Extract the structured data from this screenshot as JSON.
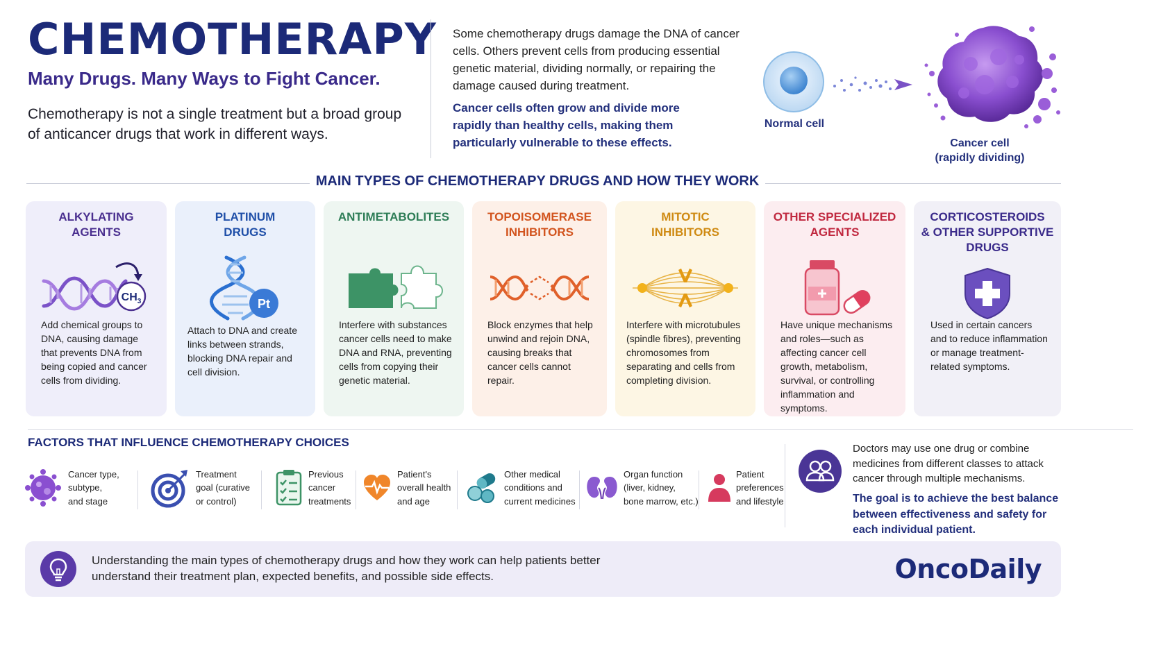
{
  "header": {
    "title": "CHEMOTHERAPY",
    "subtitle": "Many Drugs. Many Ways to Fight Cancer.",
    "intro": "Chemotherapy is not a single treatment but a broad group of anticancer drugs that work in different ways.",
    "description": "Some chemotherapy drugs damage the DNA of cancer cells. Others prevent cells from producing essential genetic material, dividing normally, or repairing the damage caused during treatment.",
    "emphasis": "Cancer cells often grow and divide more rapidly than healthy cells, making them particularly vulnerable to these effects.",
    "normal_cell_label": "Normal cell",
    "cancer_cell_label_line1": "Cancer cell",
    "cancer_cell_label_line2": "(rapidly dividing)"
  },
  "section_title": "MAIN TYPES OF CHEMOTHERAPY DRUGS AND HOW THEY WORK",
  "cards": [
    {
      "title_line1": "ALKYLATING",
      "title_line2": "AGENTS",
      "text": "Add chemical groups to DNA, causing damage that prevents DNA from being copied and cancer cells from dividing.",
      "icon": "dna-methyl-icon",
      "icon_label": "CH",
      "icon_sub": "3",
      "color": "#4a2f8f",
      "bg": "#efeefa"
    },
    {
      "title_line1": "PLATINUM",
      "title_line2": "DRUGS",
      "text": "Attach to DNA and create links between strands, blocking DNA repair and cell division.",
      "icon": "dna-platinum-icon",
      "icon_label": "Pt",
      "color": "#1f4fa8",
      "bg": "#eaf0fb"
    },
    {
      "title_line1": "ANTIMETABOLITES",
      "text": "Interfere with substances cancer cells need to make DNA and RNA, preventing cells from copying their genetic material.",
      "icon": "puzzle-icon",
      "color": "#2e7d57",
      "bg": "#eef6f1"
    },
    {
      "title_line1": "TOPOISOMERASE",
      "title_line2": "INHIBITORS",
      "text": "Block enzymes that help unwind and rejoin DNA, causing breaks that cancer cells cannot repair.",
      "icon": "broken-dna-icon",
      "color": "#d2541e",
      "bg": "#fdf0e8"
    },
    {
      "title_line1": "MITOTIC",
      "title_line2": "INHIBITORS",
      "text": "Interfere with microtubules (spindle fibres), preventing chromosomes from separating and cells from completing division.",
      "icon": "spindle-icon",
      "color": "#cf8a12",
      "bg": "#fdf6e4"
    },
    {
      "title_line1": "OTHER SPECIALIZED",
      "title_line2": "AGENTS",
      "text": "Have unique mechanisms and roles—such as affecting cancer cell growth, metabolism, survival, or controlling inflammation and symptoms.",
      "icon": "pill-bottle-icon",
      "color": "#c0283f",
      "bg": "#fcedf0"
    },
    {
      "title_line1": "CORTICOSTEROIDS",
      "title_line2": "& OTHER SUPPORTIVE",
      "title_line3": "DRUGS",
      "text": "Used in certain cancers and to reduce inflammation or manage treatment-related symptoms.",
      "icon": "shield-cross-icon",
      "color": "#3a2a8a",
      "bg": "#f1f0f7"
    }
  ],
  "factors_title": "FACTORS THAT INFLUENCE CHEMOTHERAPY CHOICES",
  "factors": [
    {
      "l1": "Cancer type,",
      "l2": "subtype,",
      "l3": "and stage",
      "icon": "cancer-cell-icon"
    },
    {
      "l1": "Treatment",
      "l2": "goal (curative",
      "l3": "or control)",
      "icon": "target-icon"
    },
    {
      "l1": "Previous",
      "l2": "cancer",
      "l3": "treatments",
      "icon": "clipboard-icon"
    },
    {
      "l1": "Patient's",
      "l2": "overall health",
      "l3": "and age",
      "icon": "heart-icon"
    },
    {
      "l1": "Other medical",
      "l2": "conditions and",
      "l3": "current medicines",
      "icon": "pills-icon"
    },
    {
      "l1": "Organ function",
      "l2": "(liver, kidney,",
      "l3": "bone marrow, etc.)",
      "icon": "kidney-icon"
    },
    {
      "l1": "Patient",
      "l2": "preferences",
      "l3": "and lifestyle",
      "icon": "person-icon"
    }
  ],
  "combination": "Doctors may use one drug or combine medicines from different classes to attack cancer through multiple mechanisms.",
  "goal": "The goal is to achieve the best balance between effectiveness and safety for each individual patient.",
  "footer": {
    "text": "Understanding the main types of chemotherapy drugs and how they work can help patients better understand their treatment plan, expected benefits, and possible side effects.",
    "brand": "OncoDaily",
    "icon": "lightbulb-icon"
  },
  "colors": {
    "navy": "#1c2a78",
    "purple": "#3a2a8a",
    "cancer": "#8a4fd0"
  }
}
